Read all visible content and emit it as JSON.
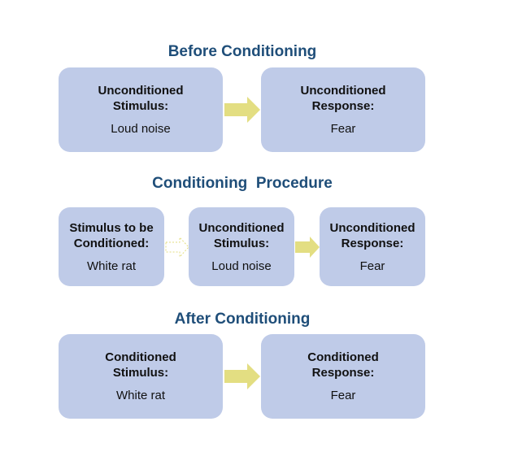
{
  "sections": [
    {
      "title": "Before Conditioning",
      "boxes": [
        {
          "label": "Unconditioned\nStimulus:",
          "value": "Loud noise"
        },
        {
          "label": "Unconditioned\nResponse:",
          "value": "Fear"
        }
      ]
    },
    {
      "title": "Conditioning  Procedure",
      "boxes": [
        {
          "label": "Stimulus to be\nConditioned:",
          "value": "White rat"
        },
        {
          "label": "Unconditioned\nStimulus:",
          "value": "Loud noise"
        },
        {
          "label": "Unconditioned\nResponse:",
          "value": "Fear"
        }
      ]
    },
    {
      "title": "After Conditioning",
      "boxes": [
        {
          "label": "Conditioned\nStimulus:",
          "value": "White rat"
        },
        {
          "label": "Conditioned\nResponse:",
          "value": "Fear"
        }
      ]
    }
  ],
  "colors": {
    "box_fill": "#bfcbe8",
    "title_text": "#1f4e79",
    "arrow_fill": "#e3de82",
    "dashed_arrow_stroke": "#e3de82"
  }
}
